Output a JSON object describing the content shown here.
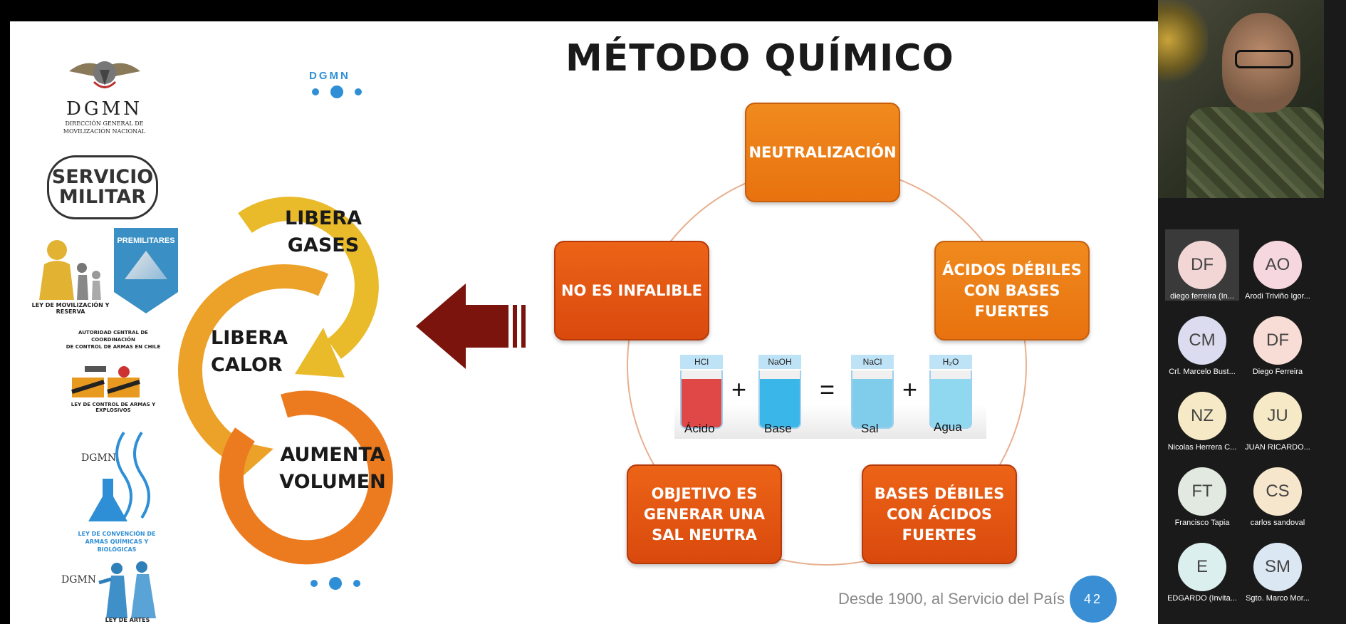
{
  "slide": {
    "title": "MÉTODO QUÍMICO",
    "dgmn_label": "DGMN",
    "footer": "Desde 1900, al Servicio del País",
    "page_number": "42",
    "cycle": [
      "LIBERA\nGASES",
      "LIBERA\nCALOR",
      "AUMENTA\nVOLUMEN"
    ],
    "boxes": {
      "top": "NEUTRALIZACIÓN",
      "left": "NO ES INFALIBLE",
      "right": "ÁCIDOS DÉBILES\nCON BASES\nFUERTES",
      "bottom_left": "OBJETIVO ES\nGENERAR UNA\nSAL NEUTRA",
      "bottom_right": "BASES DÉBILES\nCON ÁCIDOS\nFUERTES"
    },
    "equation": {
      "items": [
        {
          "formula": "HCl",
          "label": "Ácido"
        },
        {
          "formula": "NaOH",
          "label": "Base"
        },
        {
          "formula": "NaCl",
          "label": "Sal"
        },
        {
          "formula": "H₂O",
          "label": "Agua"
        }
      ],
      "plus": "+",
      "equals": "="
    },
    "logos": {
      "dgmn": "DGMN",
      "dgmn_sub": "DIRECCIÓN GENERAL DE\nMOVILIZACIÓN NACIONAL",
      "servicio": "SERVICIO\nMILITAR",
      "premilitares": "PREMILITARES",
      "ley_movilizacion": "LEY DE MOVILIZACIÓN Y RESERVA",
      "autoridad": "AUTORIDAD CENTRAL DE COORDINACIÓN\nDE CONTROL DE ARMAS EN CHILE",
      "ley_armas": "LEY DE CONTROL DE ARMAS Y EXPLOSIVOS",
      "ley_convencion": "LEY DE CONVENCIÓN DE\nARMAS QUÍMICAS Y BIOLÓGICAS",
      "ley_artes": "LEY DE ARTES MARCIALES"
    }
  },
  "participants": [
    {
      "initials": "DF",
      "name": "diego ferreira (In...",
      "color": "#f2d6d6",
      "active": true
    },
    {
      "initials": "AO",
      "name": "Arodi Triviño Igor...",
      "color": "#f6d7e0"
    },
    {
      "initials": "CM",
      "name": "Crl. Marcelo Bust...",
      "color": "#dcdcf0"
    },
    {
      "initials": "DF",
      "name": "Diego Ferreira",
      "color": "#f8ddd6"
    },
    {
      "initials": "NZ",
      "name": "Nicolas Herrera C...",
      "color": "#f6e9c6"
    },
    {
      "initials": "JU",
      "name": "JUAN RICARDO...",
      "color": "#f6e9c6"
    },
    {
      "initials": "FT",
      "name": "Francisco Tapia",
      "color": "#e1e9e0"
    },
    {
      "initials": "CS",
      "name": "carlos sandoval",
      "color": "#f6e6cc"
    },
    {
      "initials": "E",
      "name": "EDGARDO (Invita...",
      "color": "#dcefef"
    },
    {
      "initials": "SM",
      "name": "Sgto. Marco Mor...",
      "color": "#dbe7f2"
    }
  ]
}
